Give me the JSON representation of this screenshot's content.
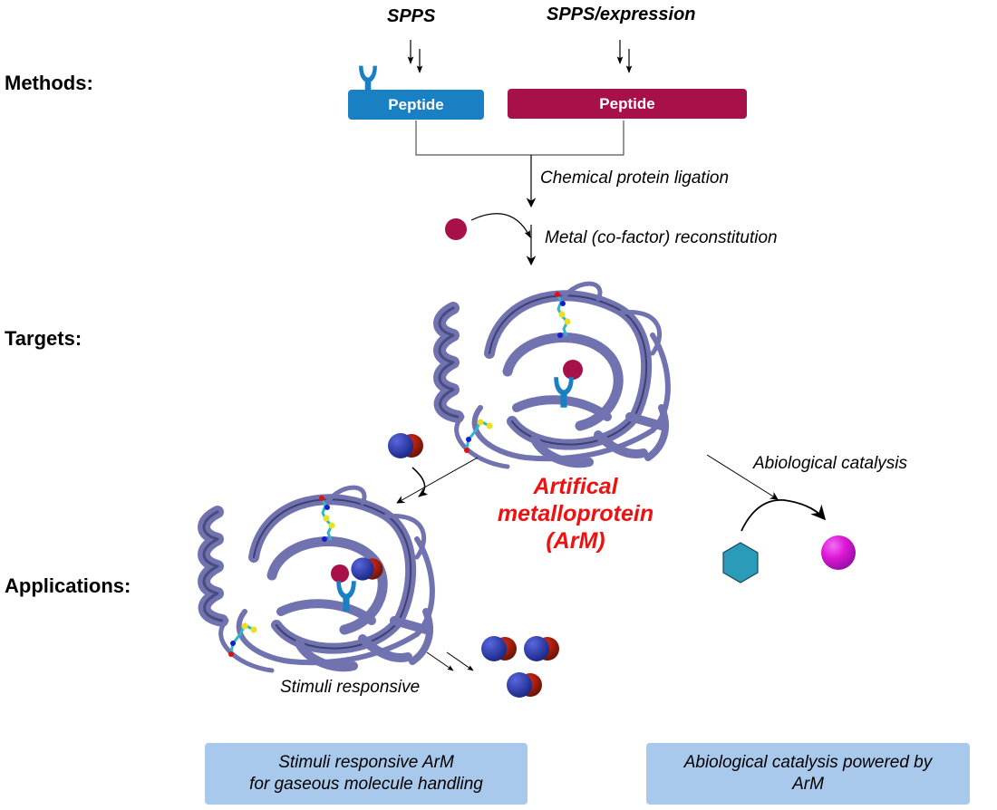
{
  "sections": {
    "methods": "Methods:",
    "targets": "Targets:",
    "applications": "Applications:"
  },
  "methods": {
    "source_left": "SPPS",
    "source_right": "SPPS/expression",
    "peptide_left": {
      "label": "Peptide",
      "color": "#1a80c4",
      "has_receptor": true
    },
    "peptide_right": {
      "label": "Peptide",
      "color": "#a8104a"
    },
    "step_ligation": "Chemical protein ligation",
    "step_reconstitution": "Metal (co-factor) reconstitution",
    "metal_color": "#a8104a"
  },
  "target": {
    "title_line1": "Artifical metalloprotein",
    "title_line2": "(ArM)",
    "title_color": "#ee1111",
    "protein_color": "#7173b0"
  },
  "applications": {
    "stimuli_label": "Stimuli responsive",
    "catalysis_label": "Abiological catalysis",
    "substrate_color": "#2a9bb8",
    "product_color": "#e018d8",
    "gas_colors": {
      "atom_a": "#2a3aa8",
      "atom_b": "#a01808"
    },
    "box_left": {
      "line1": "Stimuli responsive ArM",
      "line2": "for gaseous molecule handling"
    },
    "box_right": {
      "line1": "Abiological catalysis powered by",
      "line2": "ArM"
    },
    "box_color": "#a9c9ec"
  }
}
